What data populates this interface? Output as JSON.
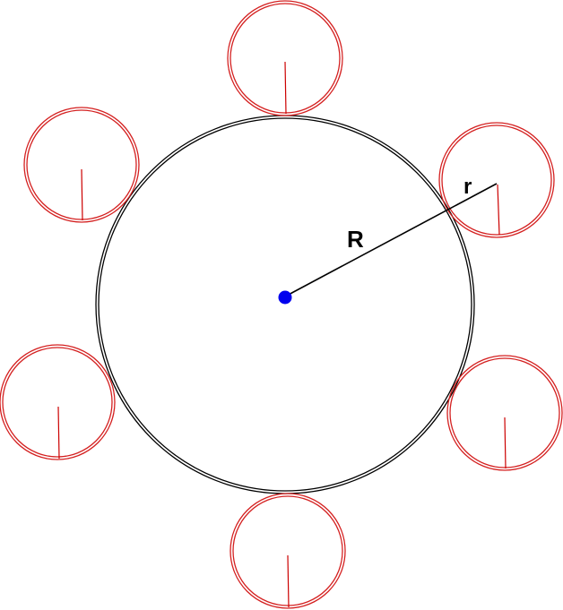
{
  "labels": {
    "big_radius": "R",
    "small_radius": "r"
  },
  "colors": {
    "background": "#ffffff",
    "big_circle": "#000000",
    "small_circle": "#d42020",
    "small_radius_line": "#cc0000",
    "radius_line": "#000000",
    "center_dot": "#0000ee",
    "label": "#000000"
  },
  "small_circle_count": 6
}
